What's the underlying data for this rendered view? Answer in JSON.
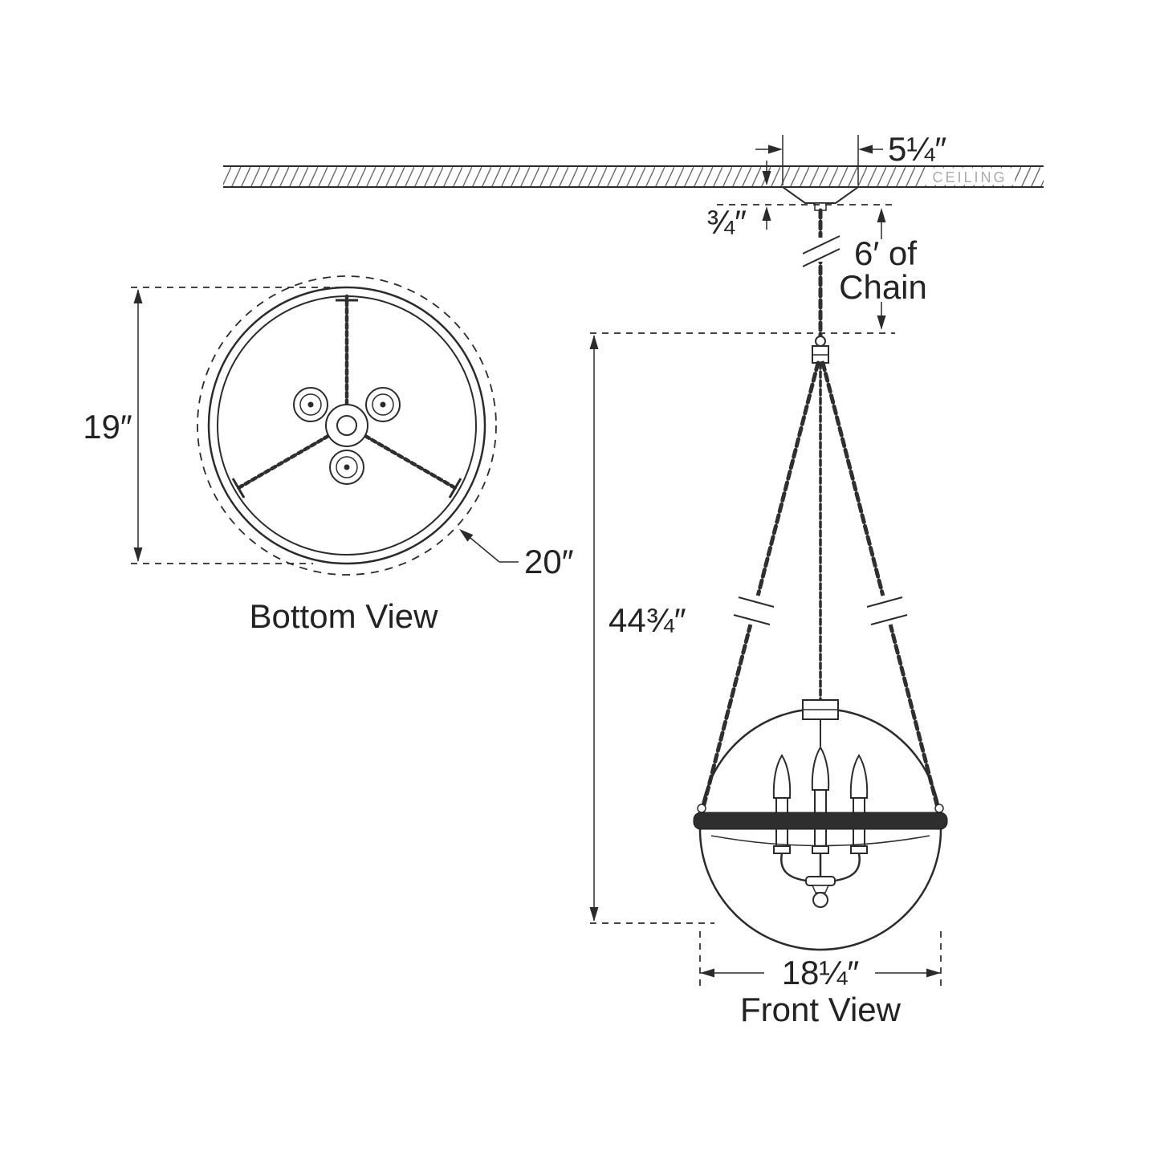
{
  "labels": {
    "ceiling": "CEILING",
    "bottom_view": "Bottom View",
    "front_view": "Front View"
  },
  "dims": {
    "canopy_width": "5¼″",
    "canopy_height": "¾″",
    "chain_line1": "6′ of",
    "chain_line2": "Chain",
    "fixture_height": "44¾″",
    "ring_diameter": "19″",
    "glass_diameter": "20″",
    "fixture_width": "18¼″"
  },
  "colors": {
    "line": "#2b2b2b",
    "band_fill": "#2e2e2e",
    "ceiling_text": "#a9abae",
    "background": "#ffffff"
  }
}
